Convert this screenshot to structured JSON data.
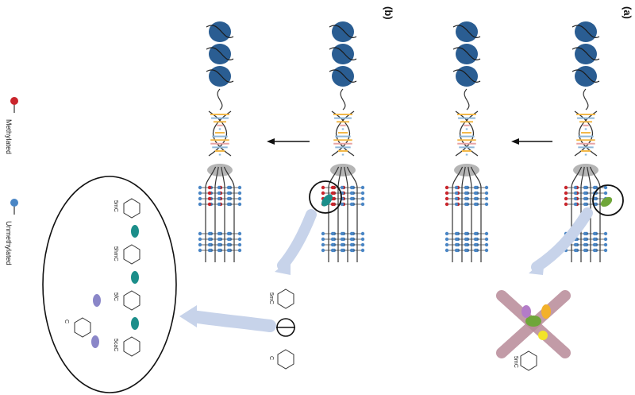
{
  "panels": {
    "a": {
      "label": "(a)",
      "molecules": [
        "5mC"
      ],
      "inhibited": true
    },
    "b": {
      "label": "(b)",
      "molecules": [
        "5mC",
        "C"
      ],
      "pathway": [
        "5mC",
        "5hmC",
        "5fC",
        "5caC",
        "C"
      ]
    }
  },
  "legend": {
    "methylated": "Methylated",
    "unmethylated": "Unmethylated"
  },
  "colors": {
    "methylated": "#c9252c",
    "unmethylated": "#4a86c5",
    "nucleosome": "#2a5d92",
    "tet_enzyme": "#1b8e8a",
    "tdg_enzyme": "#8a86c8",
    "dnmt_enzyme": "#6fa63a",
    "arrow_flow": "#c7d3ea",
    "cross": "#b88a98"
  },
  "icons": [
    "nucleosome-icon",
    "dna-helix-icon",
    "enzyme-icon",
    "methyl-lollipop-icon",
    "arrow-icon",
    "cross-icon"
  ]
}
